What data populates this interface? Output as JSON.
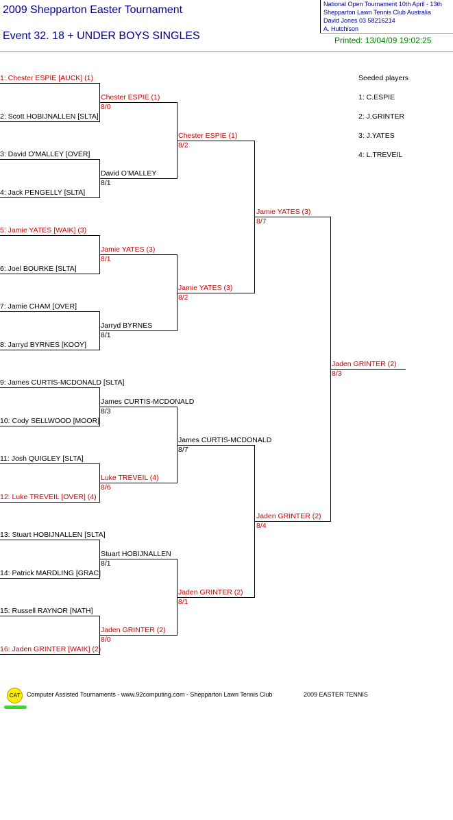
{
  "header": {
    "tournament": "2009 Shepparton Easter Tournament",
    "event": "Event 32. 18 + UNDER BOYS SINGLES",
    "info": [
      "National Open Tournament   10th April - 13th",
      "Shepparton Lawn Tennis Club    Australia",
      "David Jones   03 58216214",
      "A. Hutchison"
    ],
    "printed": "Printed: 13/04/09 19:02:25"
  },
  "colors": {
    "winner": "#cc0000",
    "normal": "#000000",
    "title": "#00008b",
    "printed": "#008000"
  },
  "round1": [
    {
      "label": "1: Chester ESPIE [AUCK] (1)",
      "red": true
    },
    {
      "label": "2: Scott HOBIJNALLEN [SLTA]",
      "red": false
    },
    {
      "label": "3: David O'MALLEY [OVER]",
      "red": false
    },
    {
      "label": "4: Jack PENGELLY [SLTA]",
      "red": false
    },
    {
      "label": "5: Jamie YATES [WAIK] (3)",
      "red": true
    },
    {
      "label": "6: Joel BOURKE [SLTA]",
      "red": false
    },
    {
      "label": "7: Jamie CHAM [OVER]",
      "red": false
    },
    {
      "label": "8: Jarryd BYRNES [KOOY]",
      "red": false
    },
    {
      "label": "9: James CURTIS-MCDONALD [SLTA]",
      "red": false
    },
    {
      "label": "10: Cody SELLWOOD [MOOR]",
      "red": false
    },
    {
      "label": "11: Josh QUIGLEY [SLTA]",
      "red": false
    },
    {
      "label": "12: Luke TREVEIL [OVER] (4)",
      "red": true
    },
    {
      "label": "13: Stuart HOBIJNALLEN [SLTA]",
      "red": false
    },
    {
      "label": "14: Patrick MARDLING [GRAC]",
      "red": false
    },
    {
      "label": "15: Russell RAYNOR [NATH]",
      "red": false
    },
    {
      "label": "16: Jaden GRINTER [WAIK] (2)",
      "red": true
    }
  ],
  "round2": [
    {
      "name": "Chester ESPIE (1)",
      "score": "8/0",
      "red": true
    },
    {
      "name": "David O'MALLEY",
      "score": "8/1",
      "red": false
    },
    {
      "name": "Jamie YATES (3)",
      "score": "8/1",
      "red": true
    },
    {
      "name": "Jarryd BYRNES",
      "score": "8/1",
      "red": false
    },
    {
      "name": "James CURTIS-MCDONALD",
      "score": "8/3",
      "red": false
    },
    {
      "name": "Luke TREVEIL (4)",
      "score": "8/6",
      "red": true
    },
    {
      "name": "Stuart HOBIJNALLEN",
      "score": "8/1",
      "red": false
    },
    {
      "name": "Jaden GRINTER (2)",
      "score": "8/0",
      "red": true
    }
  ],
  "round3": [
    {
      "name": "Chester ESPIE (1)",
      "score": "8/2",
      "red": true
    },
    {
      "name": "Jamie YATES (3)",
      "score": "8/2",
      "red": true
    },
    {
      "name": "James CURTIS-MCDONALD",
      "score": "8/7",
      "red": false
    },
    {
      "name": "Jaden GRINTER (2)",
      "score": "8/1",
      "red": true
    }
  ],
  "round4": [
    {
      "name": "Jamie YATES (3)",
      "score": "8/7",
      "red": true
    },
    {
      "name": "Jaden GRINTER (2)",
      "score": "8/4",
      "red": true
    }
  ],
  "final": {
    "name": "Jaden GRINTER (2)",
    "score": "8/3",
    "red": true
  },
  "seeded": {
    "title": "Seeded players",
    "items": [
      "1: C.ESPIE",
      "2: J.GRINTER",
      "3: J.YATES",
      "4: L.TREVEIL"
    ]
  },
  "footer": {
    "logo_text": "CAT",
    "text": "Computer Assisted Tournaments - www.92computing.com -  Shepparton Lawn Tennis Club",
    "right": "2009 EASTER TENNIS"
  }
}
